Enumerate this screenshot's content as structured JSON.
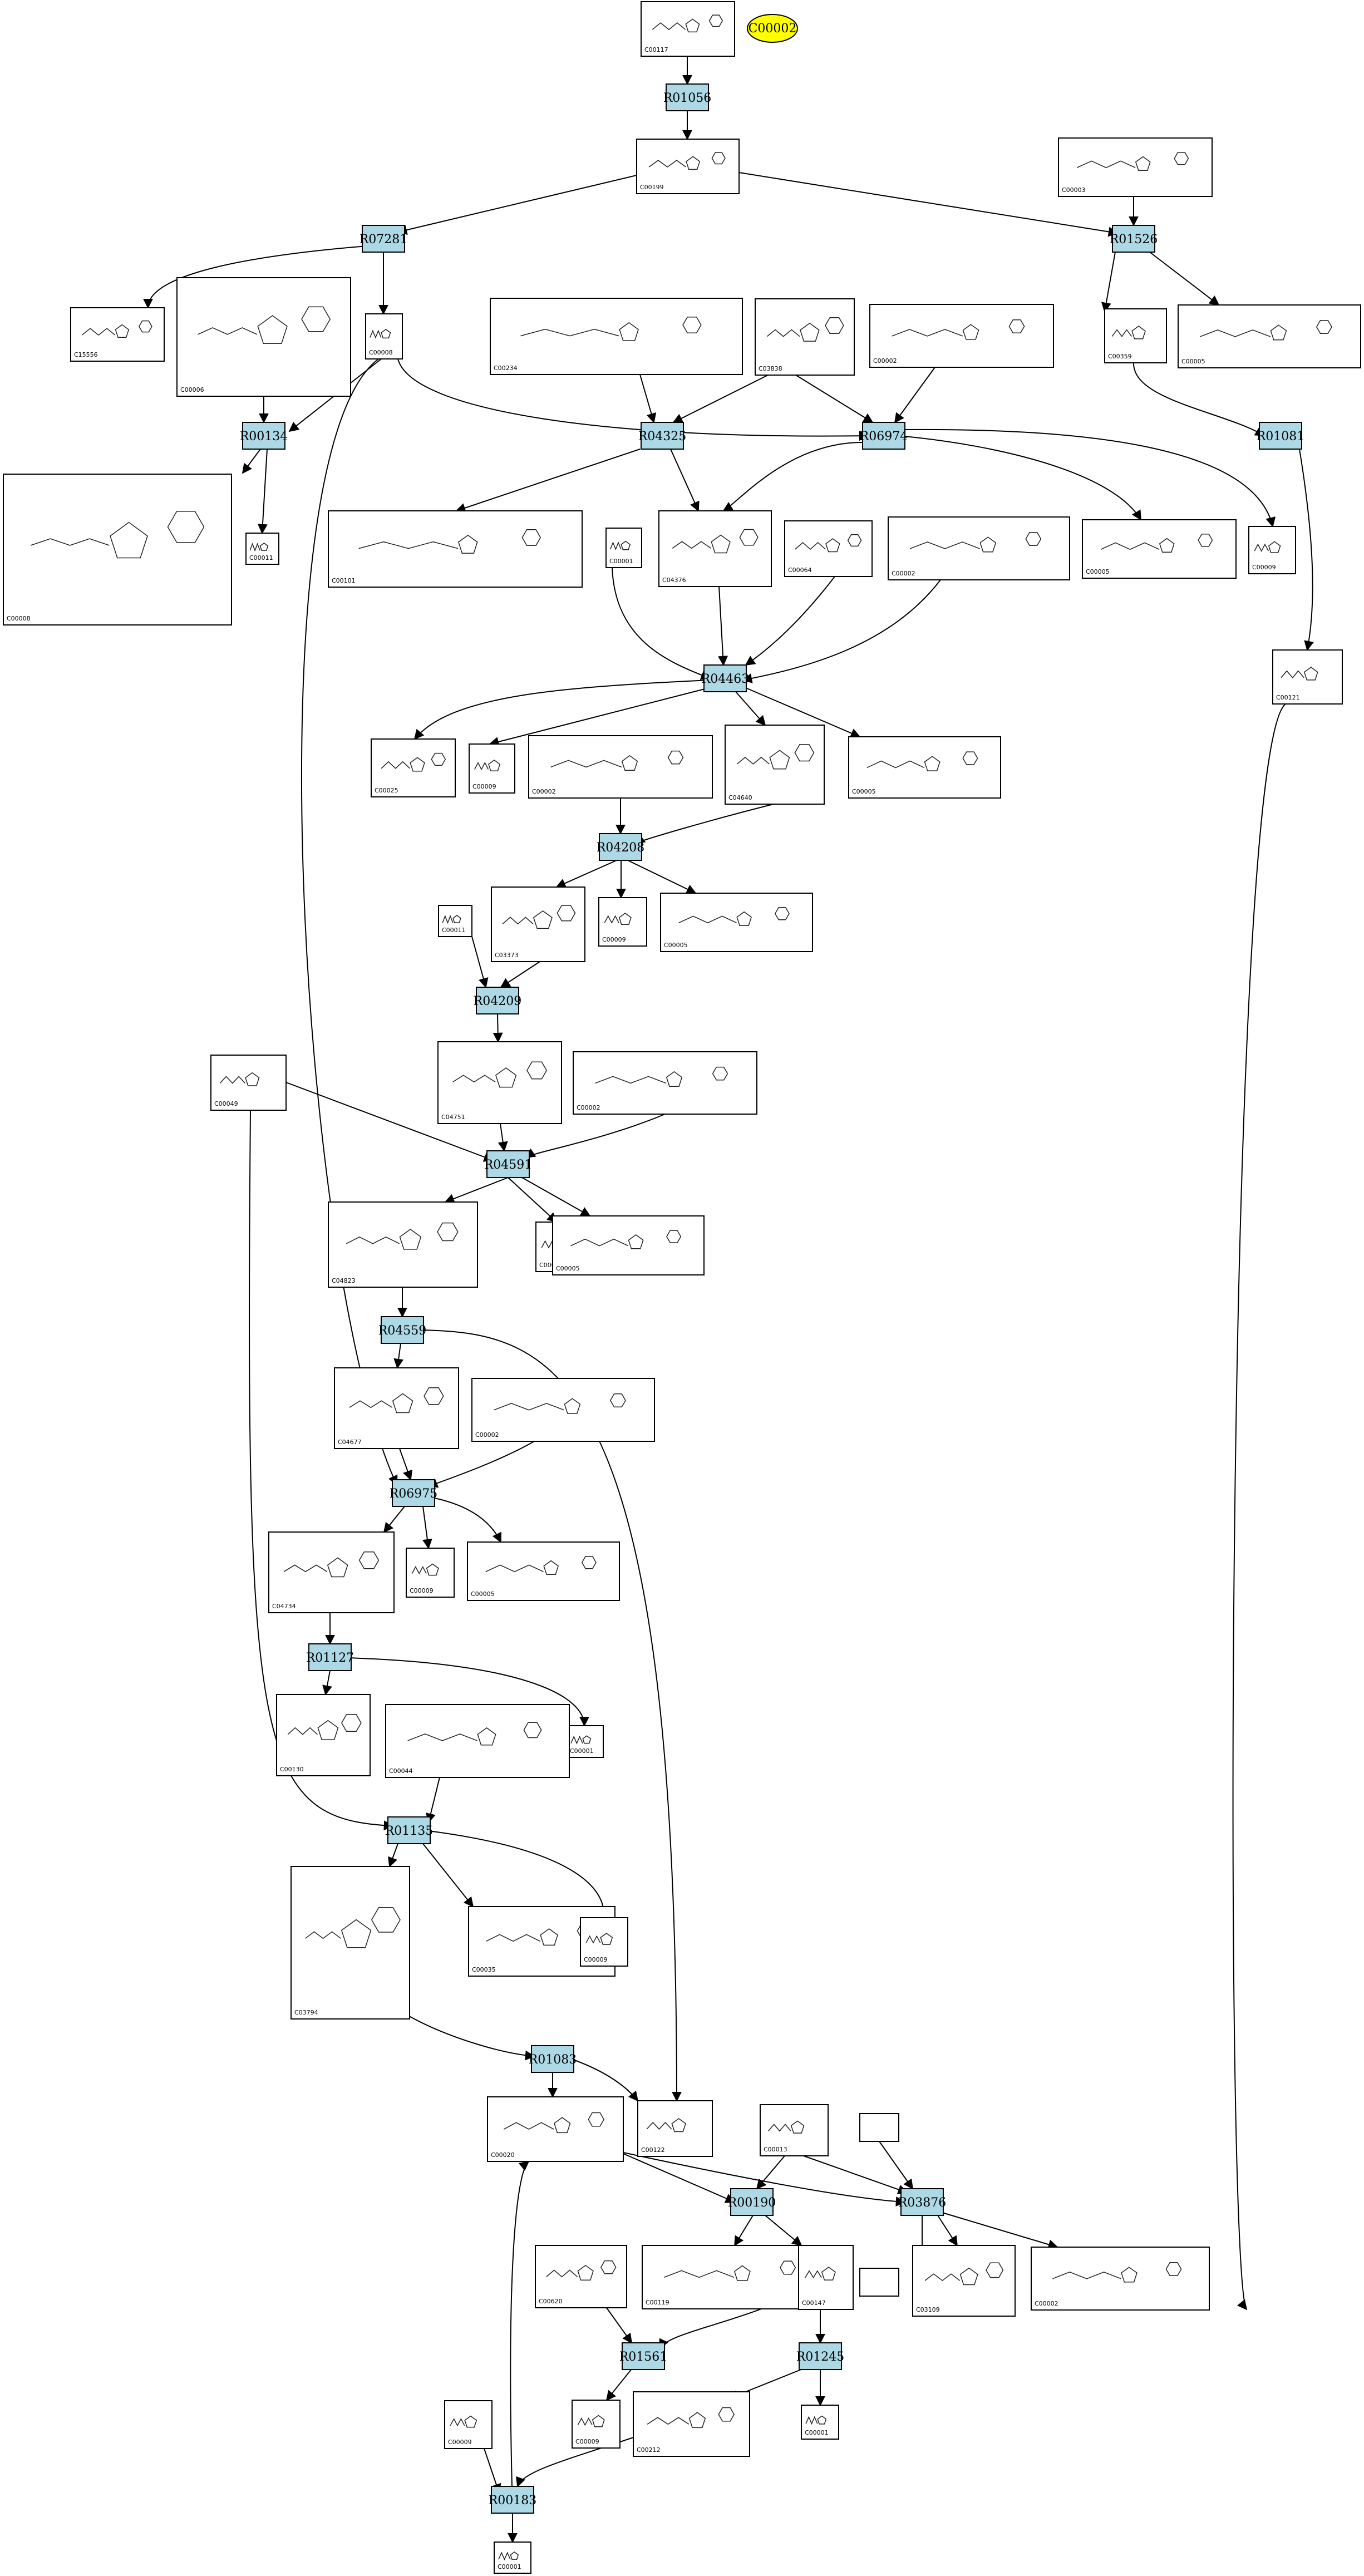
{
  "diagram": {
    "highlight": "C00002",
    "colors": {
      "reaction_fill": "#add8e6",
      "highlight_fill": "#ffff00",
      "edge": "#000000"
    },
    "reactions": [
      "R01056",
      "R07281",
      "R01526",
      "R00134",
      "R04325",
      "R06974",
      "R01081",
      "R04463",
      "R04208",
      "R04209",
      "R04591",
      "R04559",
      "R06975",
      "R01127",
      "R01135",
      "R01083",
      "R00190",
      "R03876",
      "R01561",
      "R01245",
      "R00183"
    ],
    "compounds": [
      "C00117",
      "C00199",
      "C00003",
      "C15556",
      "C00006",
      "C00008",
      "C00234",
      "C03838",
      "C00002",
      "C00359",
      "C00005",
      "C00101",
      "C00001",
      "C04376",
      "C00064",
      "C00009",
      "C00025",
      "C04640",
      "C03373",
      "C00011",
      "C04751",
      "C00049",
      "C04823",
      "C04677",
      "C04734",
      "C00130",
      "C00044",
      "C03794",
      "C00035",
      "C00020",
      "C00122",
      "C00013",
      "C00119",
      "C00147",
      "C03109",
      "C00620",
      "C00212"
    ]
  }
}
